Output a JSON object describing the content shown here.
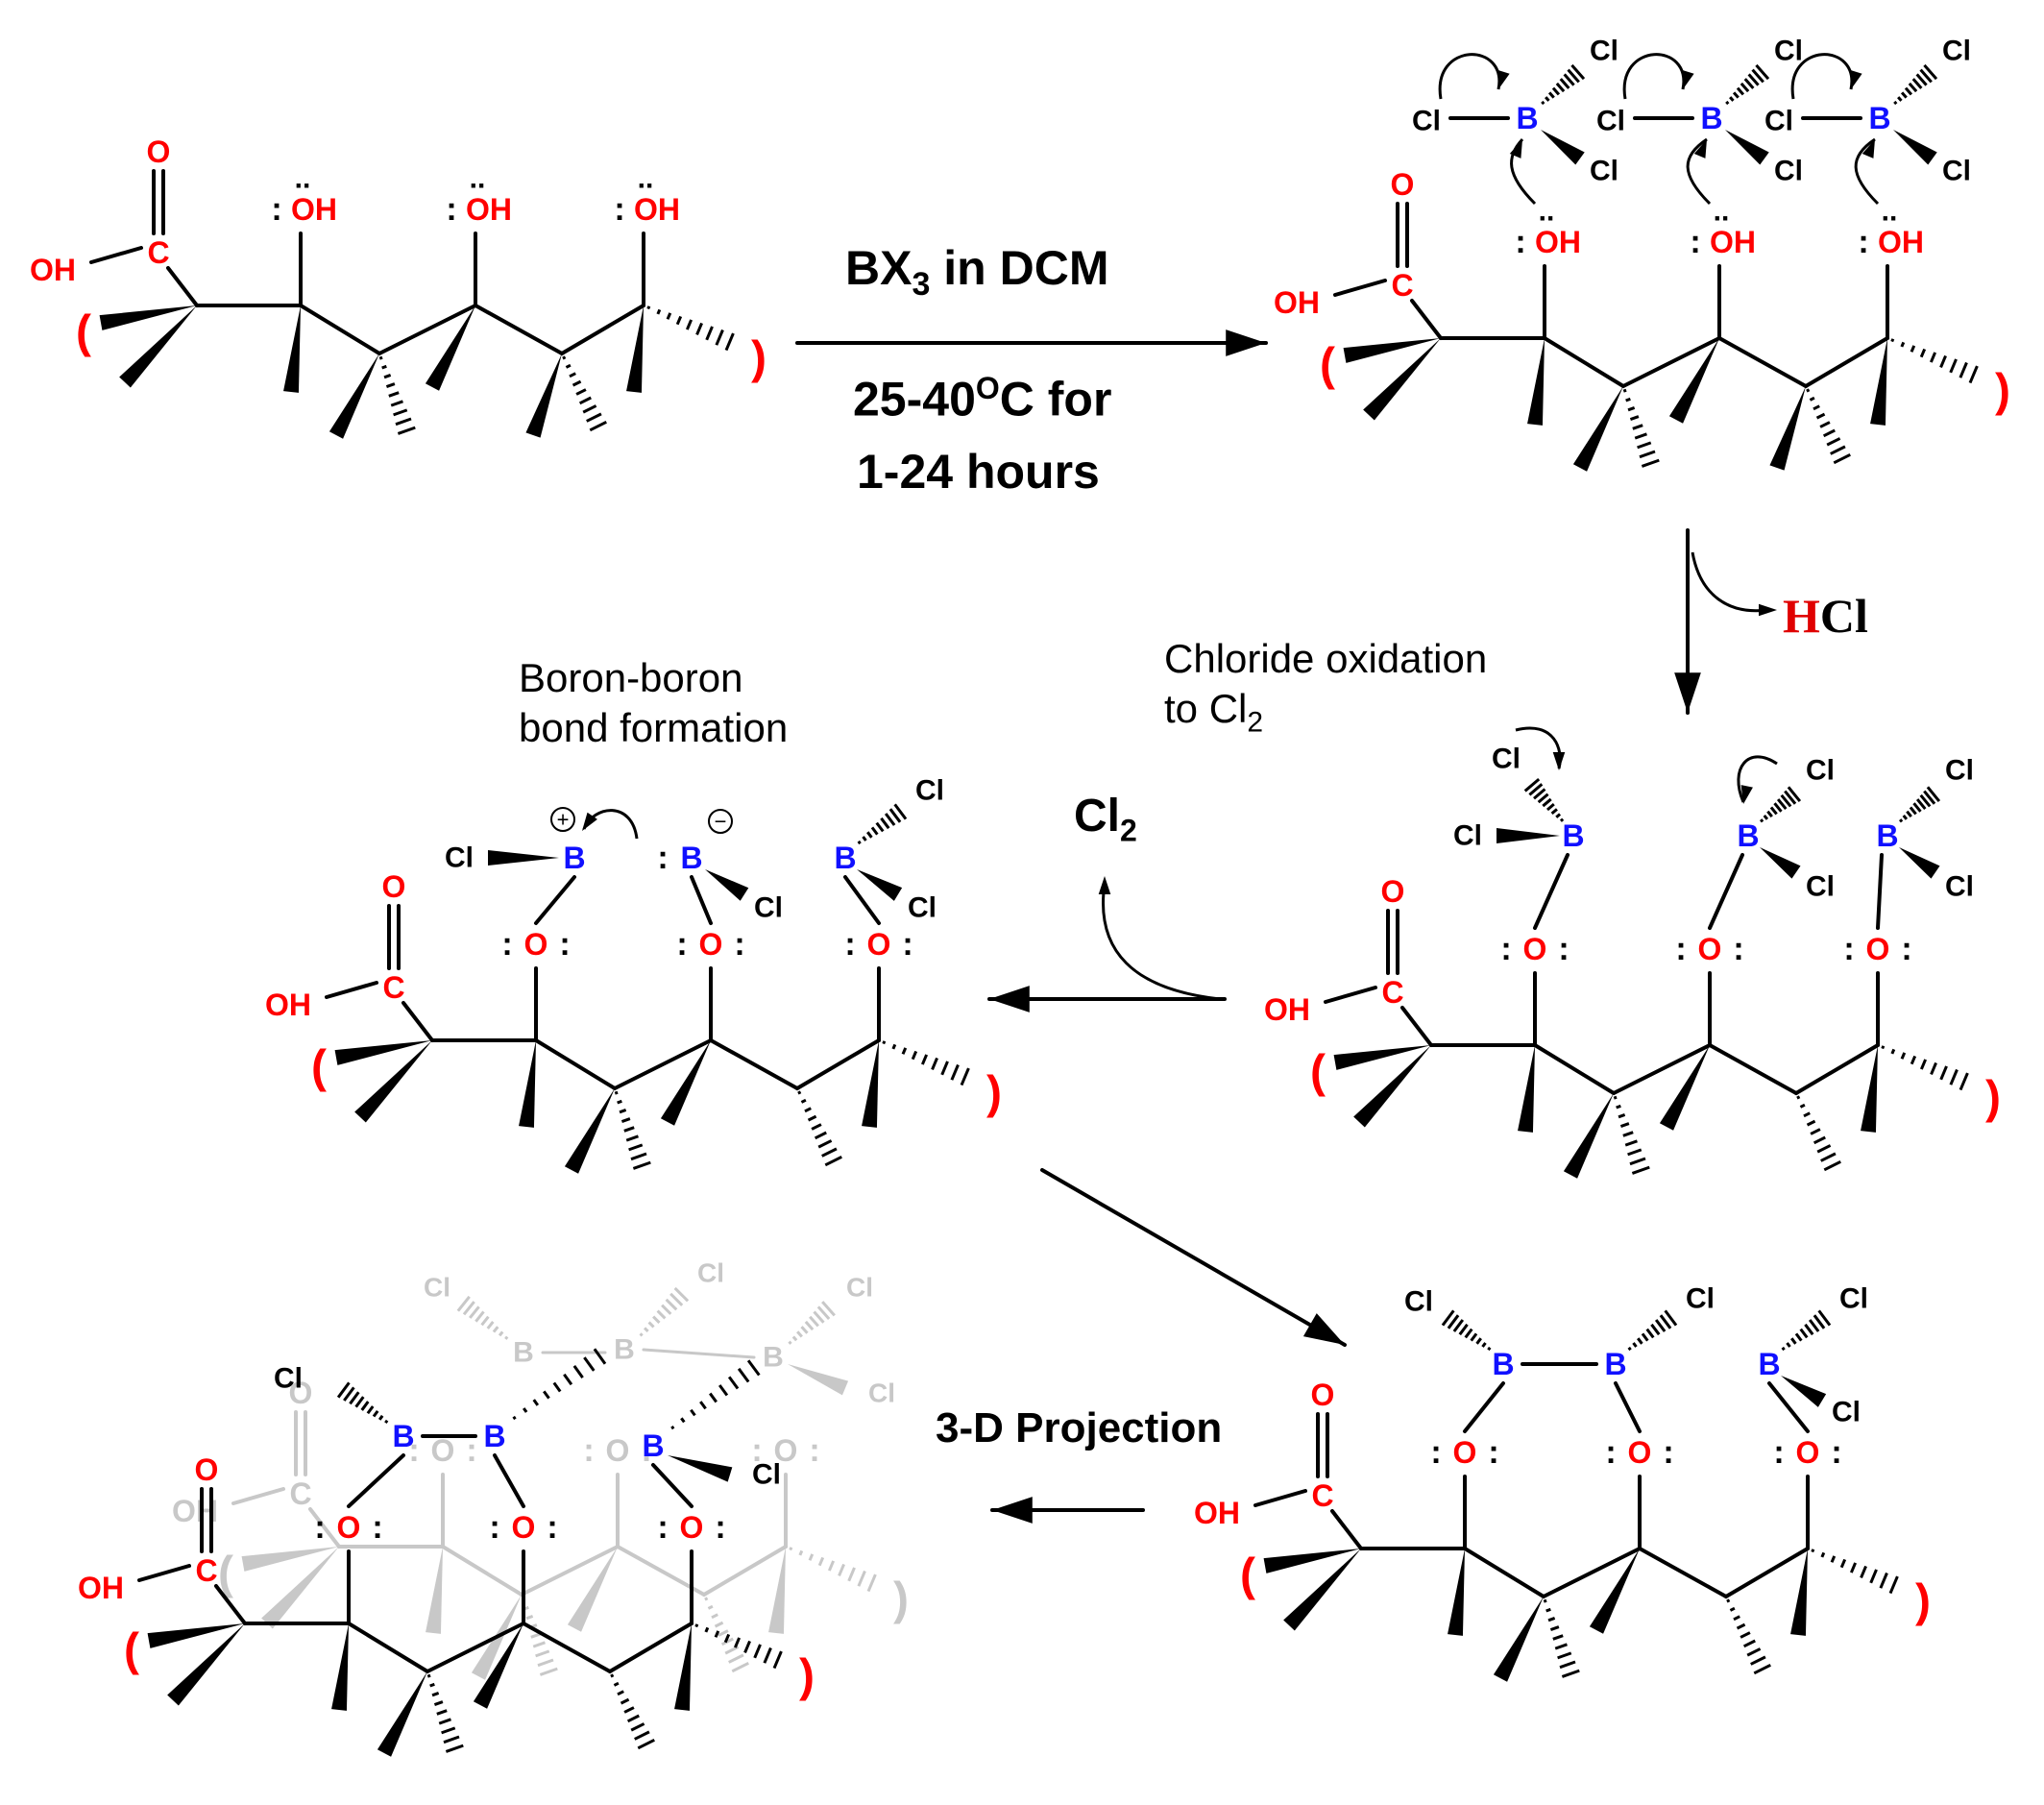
{
  "colors": {
    "oxygen": "#ff0000",
    "boron": "#1010ff",
    "bond": "#000000",
    "ghost": "#c8c8c8"
  },
  "atoms": {
    "O": "O",
    "OH": "OH",
    "C": "C",
    "B": "B",
    "Cl": "Cl",
    "paren_open": "(",
    "paren_close": ")",
    "lone_pair": ":",
    "lone_pair_top": "..",
    "plus": "+",
    "minus": "−"
  },
  "conditions": {
    "reagent_pre": "BX",
    "reagent_sub": "3",
    "reagent_post": " in DCM",
    "temp_pre": "25-40",
    "temp_sup": "O",
    "temp_post": "C for",
    "time": "1-24 hours"
  },
  "byproducts": {
    "hcl_h": "H",
    "hcl_cl": "Cl",
    "cl2_pre": "Cl",
    "cl2_sub": "2"
  },
  "notes": {
    "oxidation_line1": "Chloride oxidation",
    "oxidation_line2_pre": "to Cl",
    "oxidation_line2_sub": "2",
    "bb_line1": "Boron-boron",
    "bb_line2": "bond formation",
    "projection": "3-D Projection"
  }
}
